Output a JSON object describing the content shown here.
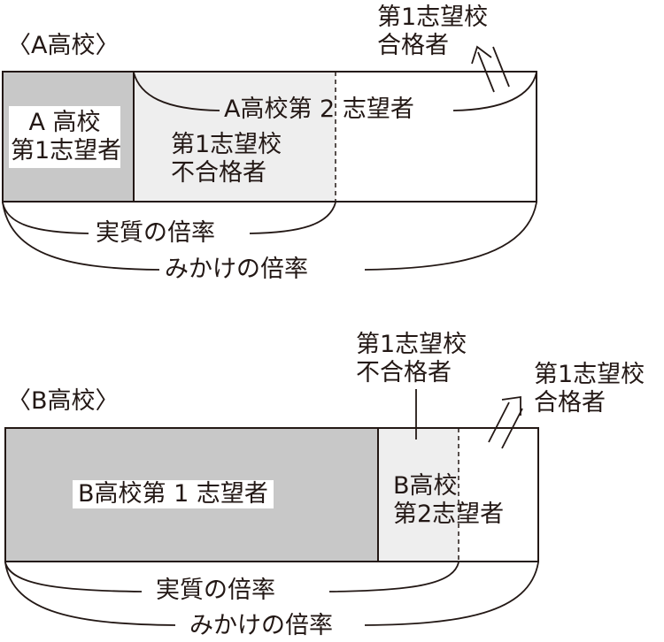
{
  "colors": {
    "ink": "#231815",
    "dark_gray": "#c8c8c8",
    "light_gray": "#eeeeee",
    "white": "#ffffff"
  },
  "school_a": {
    "title": "〈A高校〉",
    "box_first_choice": [
      "A 高校",
      "第1志望者"
    ],
    "second_choice_label": "A高校第 2 志望者",
    "first_choice_rejected": [
      "第1志望校",
      "不合格者"
    ],
    "first_choice_passed": [
      "第1志望校",
      "合格者"
    ],
    "real_ratio": "実質の倍率",
    "apparent_ratio": "みかけの倍率"
  },
  "school_b": {
    "title": "〈B高校〉",
    "first_choice_label": "B高校第 1 志望者",
    "second_choice": [
      "B高校",
      "第2志望者"
    ],
    "first_choice_rejected": [
      "第1志望校",
      "不合格者"
    ],
    "first_choice_passed": [
      "第1志望校",
      "合格者"
    ],
    "real_ratio": "実質の倍率",
    "apparent_ratio": "みかけの倍率"
  }
}
